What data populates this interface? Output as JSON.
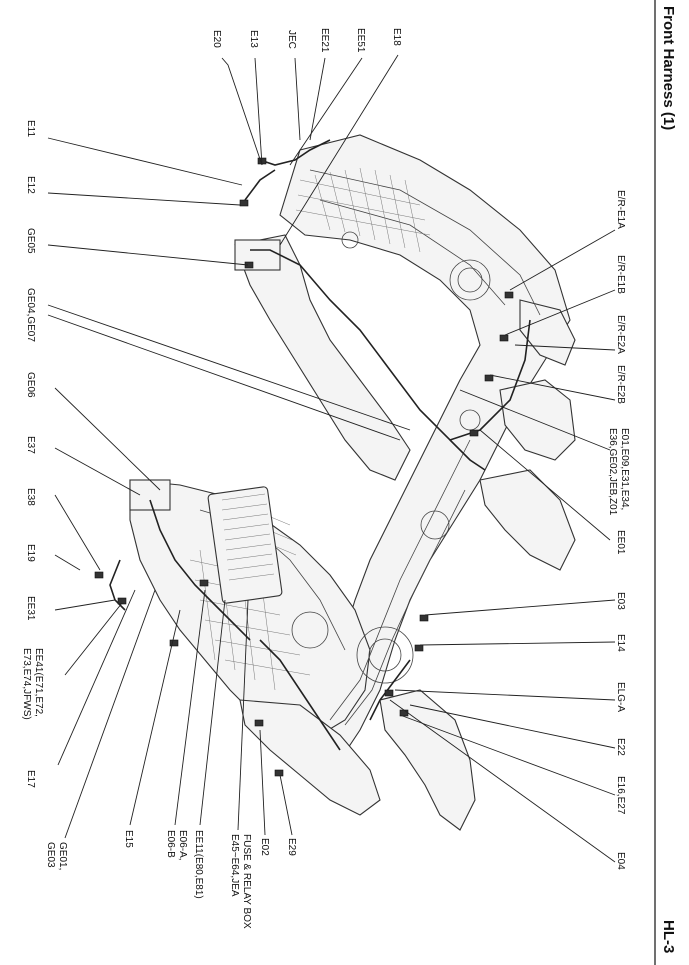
{
  "header": {
    "title": "Front Harness (1)",
    "page_number": "HL-3"
  },
  "labels": {
    "e20": "E20",
    "e13": "E13",
    "jec": "JEC",
    "ee21": "EE21",
    "ee51": "EE51",
    "e18": "E18",
    "e11": "E11",
    "e12": "E12",
    "ge05": "GE05",
    "ge04_ge07": "GE04,GE07",
    "ge06": "GE06",
    "e37": "E37",
    "e38": "E38",
    "e19": "E19",
    "ee31": "EE31",
    "ee41": "EE41(E71,E72,",
    "ee41_b": "E73,E74,JFWS)",
    "e17": "E17",
    "ge01": "GE01,",
    "ge01_b": "GE03",
    "e15": "E15",
    "e06": "E06-A,",
    "e06_b": "E06-B",
    "ee11": "EE11(E80,E81)",
    "fuse": "FUSE & RELAY BOX",
    "fuse_b": "E45~E64,JEA",
    "e02": "E02",
    "e29": "E29",
    "er_e1a": "E/R-E1A",
    "er_e1b": "E/R-E1B",
    "er_e2a": "E/R-E2A",
    "er_e2b": "E/R-E2B",
    "e01": "E01,E09,E31,E34,",
    "e01_b": "E36,GE02,JEB,Z01",
    "ee01": "EE01",
    "e03": "E03",
    "e14": "E14",
    "elg_a": "ELG-A",
    "e22": "E22",
    "e16": "E16,E27",
    "e04": "E04"
  },
  "icons": [
    "vehicle-harness-diagram"
  ],
  "colors": {
    "ink": "#111111",
    "paper": "#ffffff"
  }
}
